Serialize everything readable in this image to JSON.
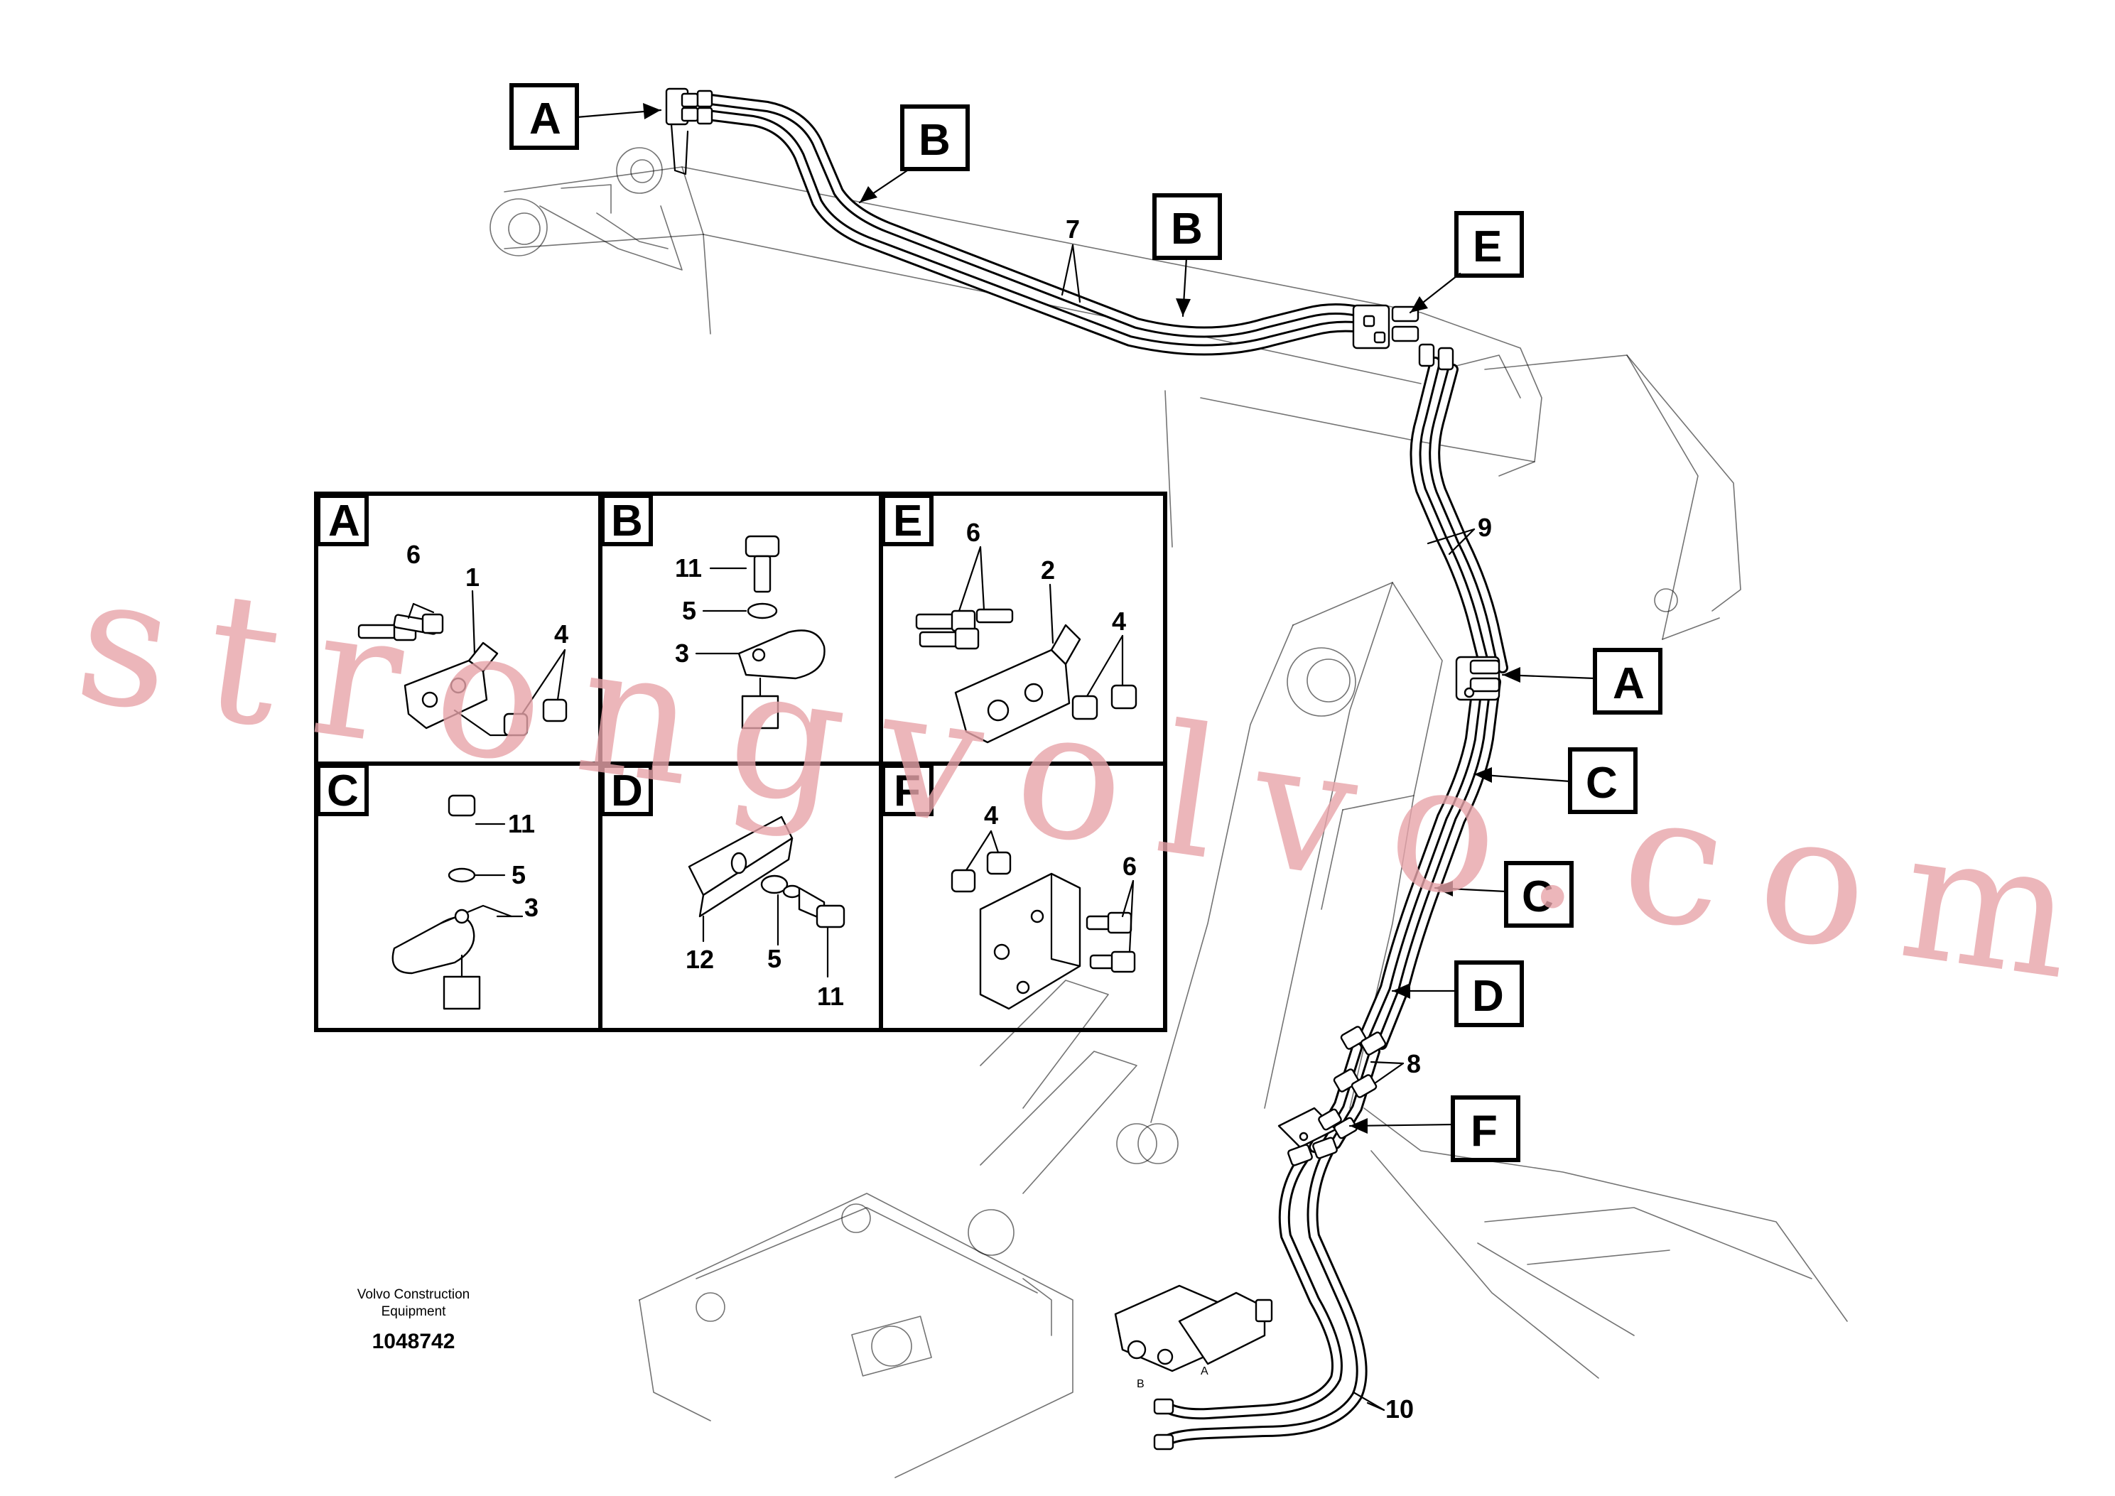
{
  "callouts": {
    "A": "A",
    "B": "B",
    "C": "C",
    "D": "D",
    "E": "E",
    "F": "F"
  },
  "item_numbers": {
    "n1": "1",
    "n2": "2",
    "n3": "3",
    "n4": "4",
    "n5": "5",
    "n6": "6",
    "n7": "7",
    "n8": "8",
    "n9": "9",
    "n10": "10",
    "n11": "11",
    "n12": "12"
  },
  "valve_ports": {
    "a": "A",
    "b": "B"
  },
  "footer": {
    "company_line1": "Volvo Construction",
    "company_line2": "Equipment",
    "drawing_number": "1048742"
  },
  "watermark": "strongvolvo.com",
  "colors": {
    "ink": "#000000",
    "paper": "#ffffff",
    "watermark": "#e8a4aa"
  }
}
